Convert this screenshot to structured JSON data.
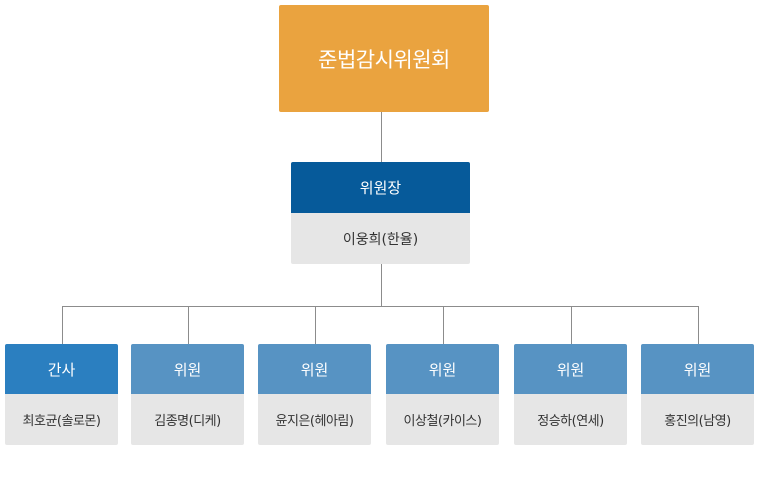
{
  "committee": {
    "title": "준법감시위원회"
  },
  "chair": {
    "role": "위원장",
    "name": "이웅희(한율)"
  },
  "members": [
    {
      "role": "간사",
      "name": "최호균(솔로몬)",
      "color": "#2b7fc0"
    },
    {
      "role": "위원",
      "name": "김종명(디케)",
      "color": "#5793c3"
    },
    {
      "role": "위원",
      "name": "윤지은(헤아림)",
      "color": "#5793c3"
    },
    {
      "role": "위원",
      "name": "이상철(카이스)",
      "color": "#5793c3"
    },
    {
      "role": "위원",
      "name": "정승하(연세)",
      "color": "#5793c3"
    },
    {
      "role": "위원",
      "name": "홍진의(남영)",
      "color": "#5793c3"
    }
  ]
}
